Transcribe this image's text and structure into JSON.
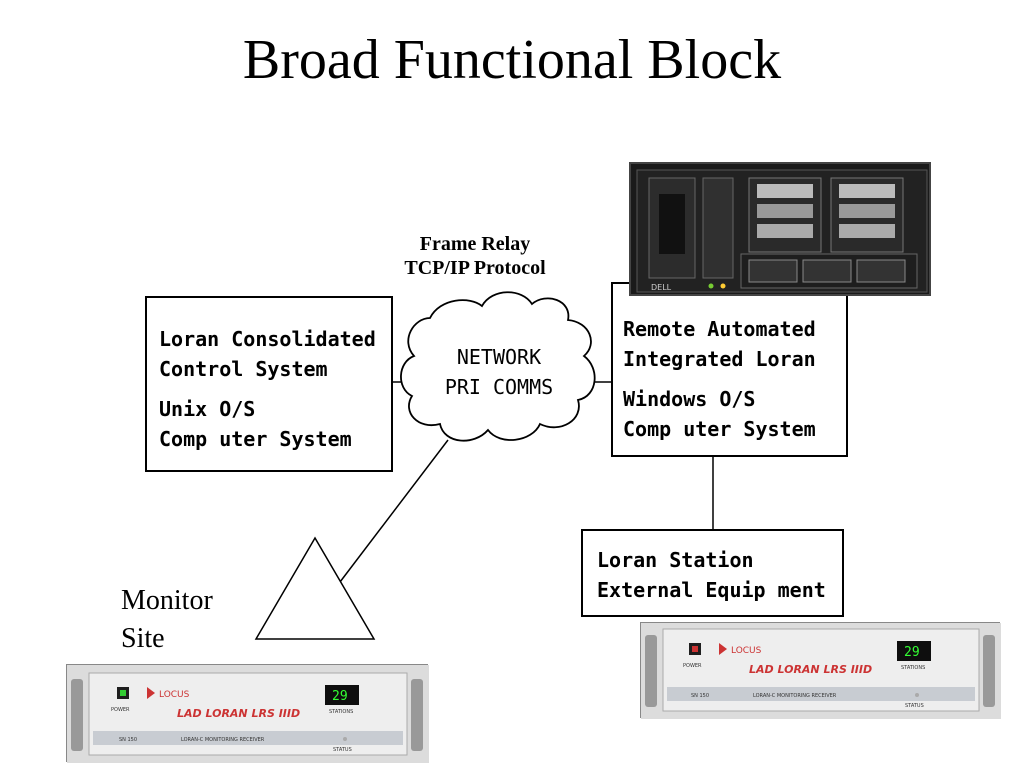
{
  "title": "Broad Functional Block",
  "network_label": {
    "line1": "Frame Relay",
    "line2": "TCP/IP Protocol"
  },
  "network_cloud": {
    "line1": "NETWORK",
    "line2": "PRI COMMS"
  },
  "left_box": {
    "line1": "Loran Consolidated",
    "line2": "Control System",
    "line3": "Unix O/S",
    "line4": "Comp uter System"
  },
  "right_box": {
    "line1": "Remote Automated",
    "line2": "Integrated Loran",
    "line3": "Windows O/S",
    "line4": "Comp uter System"
  },
  "station_box": {
    "line1": "Loran Station",
    "line2": "External Equip ment"
  },
  "monitor_site": {
    "line1": "Monitor",
    "line2": "Site"
  },
  "receiver_panel": {
    "brand": "LOCUS",
    "model": "LAD LORAN LRS IIID",
    "subtitle": "LORAN-C MONITORING RECEIVER",
    "display": "29",
    "power_label": "POWER",
    "station_label": "STATIONS",
    "status_label": "STATUS",
    "tag": "SN 150"
  },
  "server_brand": "DELL"
}
